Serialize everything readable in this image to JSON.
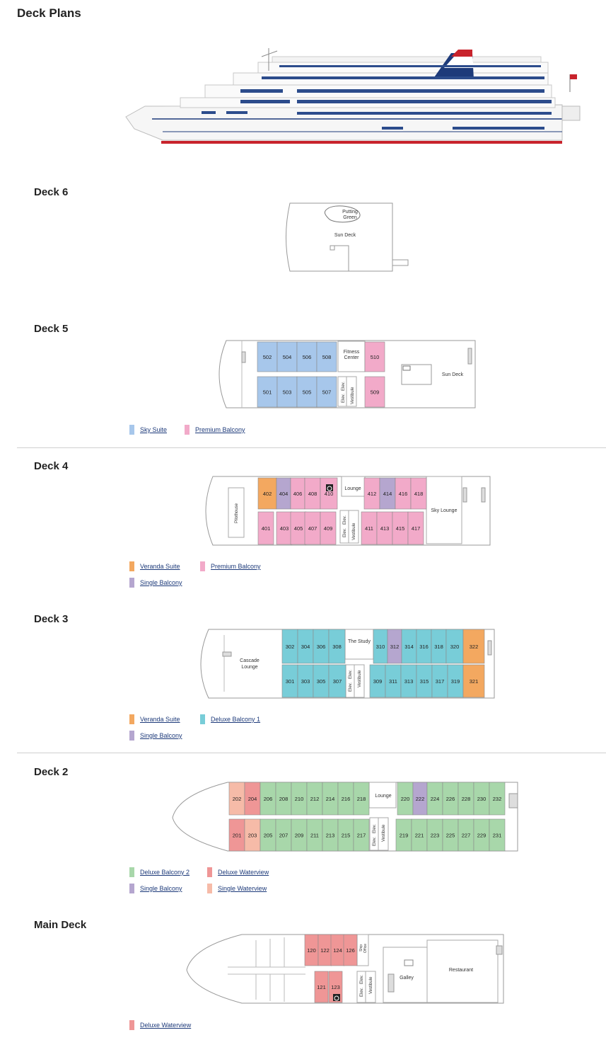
{
  "page": {
    "title": "Deck Plans"
  },
  "colors": {
    "sky_suite": "#a7c7eb",
    "premium_balcony": "#f2aac9",
    "veranda_suite": "#f3a860",
    "single_balcony": "#b5a6cf",
    "deluxe_balcony_1": "#78cdd8",
    "deluxe_balcony_2": "#a8d7aa",
    "deluxe_waterview": "#ef9696",
    "single_waterview": "#f6bba8"
  },
  "decks": {
    "d6": {
      "title": "Deck 6",
      "labels": {
        "putting": "Putting",
        "green": "Green",
        "sun": "Sun Deck"
      }
    },
    "d5": {
      "title": "Deck 5",
      "cabins_top": [
        "502",
        "504",
        "506",
        "508",
        "510"
      ],
      "cabins_bottom": [
        "501",
        "503",
        "505",
        "507",
        "509"
      ],
      "labels": {
        "fitness1": "Fitness",
        "fitness2": "Center",
        "sun": "Sun Deck",
        "elev": "Elev.",
        "elev2": "Elev.",
        "vestibule": "Vestibule"
      },
      "legend": [
        {
          "label": "Sky Suite",
          "color": "sky_suite"
        },
        {
          "label": "Premium Balcony",
          "color": "premium_balcony"
        }
      ]
    },
    "d4": {
      "title": "Deck 4",
      "cabins_top": [
        "402",
        "404",
        "406",
        "408",
        "410",
        "412",
        "414",
        "416",
        "418"
      ],
      "cabins_bottom": [
        "401",
        "403",
        "405",
        "407",
        "409",
        "411",
        "413",
        "415",
        "417"
      ],
      "labels": {
        "pilothouse": "Pilothouse",
        "lounge": "Lounge",
        "sky": "Sky Lounge",
        "elev": "Elev.",
        "elev2": "Elev.",
        "vestibule": "Vestibule"
      },
      "legend": [
        {
          "label": "Veranda Suite",
          "color": "veranda_suite"
        },
        {
          "label": "Premium Balcony",
          "color": "premium_balcony"
        },
        {
          "label": "Single Balcony",
          "color": "single_balcony"
        }
      ]
    },
    "d3": {
      "title": "Deck 3",
      "cabins_top": [
        "302",
        "304",
        "306",
        "308",
        "310",
        "312",
        "314",
        "316",
        "318",
        "320",
        "322"
      ],
      "cabins_bottom": [
        "301",
        "303",
        "305",
        "307",
        "309",
        "311",
        "313",
        "315",
        "317",
        "319",
        "321"
      ],
      "labels": {
        "cascade1": "Cascade",
        "cascade2": "Lounge",
        "study": "The Study",
        "elev": "Elev.",
        "elev2": "Elev.",
        "vestibule": "Vestibule"
      },
      "legend": [
        {
          "label": "Veranda Suite",
          "color": "veranda_suite"
        },
        {
          "label": "Deluxe Balcony 1",
          "color": "deluxe_balcony_1"
        },
        {
          "label": "Single Balcony",
          "color": "single_balcony"
        }
      ]
    },
    "d2": {
      "title": "Deck 2",
      "cabins_top": [
        "202",
        "204",
        "206",
        "208",
        "210",
        "212",
        "214",
        "216",
        "218",
        "220",
        "222",
        "224",
        "226",
        "228",
        "230",
        "232"
      ],
      "cabins_bottom": [
        "201",
        "203",
        "205",
        "207",
        "209",
        "211",
        "213",
        "215",
        "217",
        "219",
        "221",
        "223",
        "225",
        "227",
        "229",
        "231"
      ],
      "labels": {
        "lounge": "Lounge",
        "elev": "Elev.",
        "elev2": "Elev.",
        "vestibule": "Vestibule"
      },
      "legend": [
        {
          "label": "Deluxe Balcony 2",
          "color": "deluxe_balcony_2"
        },
        {
          "label": "Deluxe Waterview",
          "color": "deluxe_waterview"
        },
        {
          "label": "Single Balcony",
          "color": "single_balcony"
        },
        {
          "label": "Single Waterview",
          "color": "single_waterview"
        }
      ]
    },
    "main": {
      "title": "Main Deck",
      "cabins_top": [
        "120",
        "122",
        "124",
        "126"
      ],
      "cabins_bottom": [
        "121",
        "123"
      ],
      "labels": {
        "ship1": "Ship",
        "ship2": "Office",
        "galley": "Galley",
        "restaurant": "Restaurant",
        "elev": "Elev.",
        "elev2": "Elev.",
        "vestibule": "Vestibule"
      },
      "legend": [
        {
          "label": "Deluxe Waterview",
          "color": "deluxe_waterview"
        }
      ]
    }
  }
}
